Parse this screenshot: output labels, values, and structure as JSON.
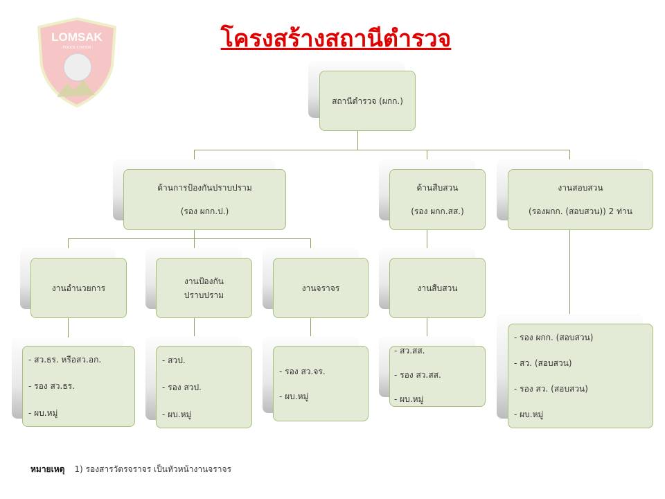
{
  "logo": {
    "text": "LOMSAK",
    "subtext": "POLICE STATION"
  },
  "title": "โครงสร้างสถานีตำรวจ",
  "top": {
    "label": "สถานีตำรวจ (ผกก.)"
  },
  "level2": [
    {
      "line1": "ด้านการป้องกันปราบปราม",
      "line2": "(รอง ผกก.ป.)"
    },
    {
      "line1": "ด้านสืบสวน",
      "line2": "(รอง ผกก.สส.)"
    },
    {
      "line1": "งานสอบสวน",
      "line2": "(รองผกก. (สอบสวน)) 2 ท่าน"
    }
  ],
  "level3": [
    {
      "line1": "งานอำนวยการ"
    },
    {
      "line1": "งานป้องกัน",
      "line2": "ปราบปราม"
    },
    {
      "line1": "งานจราจร"
    },
    {
      "line1": "งานสืบสวน"
    }
  ],
  "level4": [
    [
      "- สว.ธร. หรือสว.อก.",
      "- รอง สว.ธร.",
      "- ผบ.หมู่"
    ],
    [
      "- สวป.",
      "- รอง สวป.",
      "- ผบ.หมู่"
    ],
    [
      "- รอง สว.จร.",
      "- ผบ.หมู่"
    ],
    [
      "- สว.สส.",
      "- รอง สว.สส.",
      "- ผบ.หมู่"
    ],
    [
      "- รอง ผกก. (สอบสวน)",
      "- สว. (สอบสวน)",
      "- รอง สว. (สอบสวน)",
      "- ผบ.หมู่"
    ]
  ],
  "note": {
    "label": "หมายเหตุ",
    "text": "1) รองสารวัตรจราจร เป็นหัวหน้างานจราจร"
  }
}
